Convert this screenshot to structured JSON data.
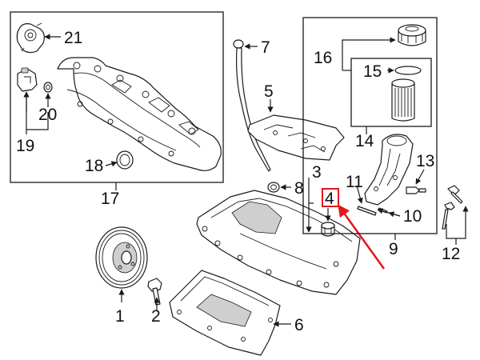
{
  "diagram": {
    "callouts": {
      "c1": "1",
      "c2": "2",
      "c3": "3",
      "c4": "4",
      "c5": "5",
      "c6": "6",
      "c7": "7",
      "c8": "8",
      "c9": "9",
      "c10": "10",
      "c11": "11",
      "c12": "12",
      "c13": "13",
      "c14": "14",
      "c15": "15",
      "c16": "16",
      "c17": "17",
      "c18": "18",
      "c19": "19",
      "c20": "20",
      "c21": "21"
    },
    "highlighted_callout": "4",
    "highlight_color": "#e8141c"
  }
}
